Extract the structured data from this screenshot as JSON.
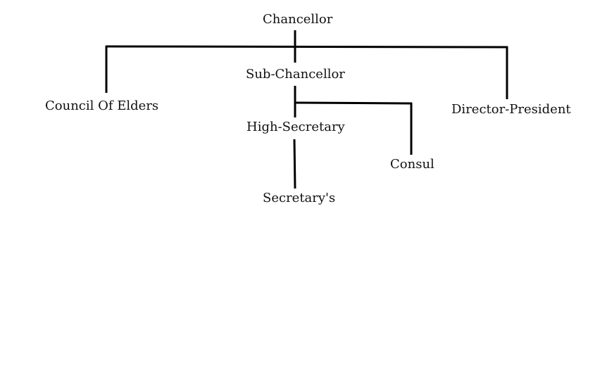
{
  "org_chart": {
    "nodes": {
      "chancellor": "Chancellor",
      "council_of_elders": "Council Of Elders",
      "sub_chancellor": "Sub-Chancellor",
      "director_president": "Director-President",
      "high_secretary": "High-Secretary",
      "consul": "Consul",
      "secretarys": "Secretary's"
    },
    "relations": [
      {
        "parent": "Chancellor",
        "child": "Council Of Elders"
      },
      {
        "parent": "Chancellor",
        "child": "Sub-Chancellor"
      },
      {
        "parent": "Chancellor",
        "child": "Director-President"
      },
      {
        "parent": "Sub-Chancellor",
        "child": "High-Secretary"
      },
      {
        "parent": "Sub-Chancellor",
        "child": "Consul"
      },
      {
        "parent": "High-Secretary",
        "child": "Secretary's"
      }
    ],
    "line_color": "#000000",
    "text_color": "#111111",
    "background_color": "#ffffff"
  }
}
